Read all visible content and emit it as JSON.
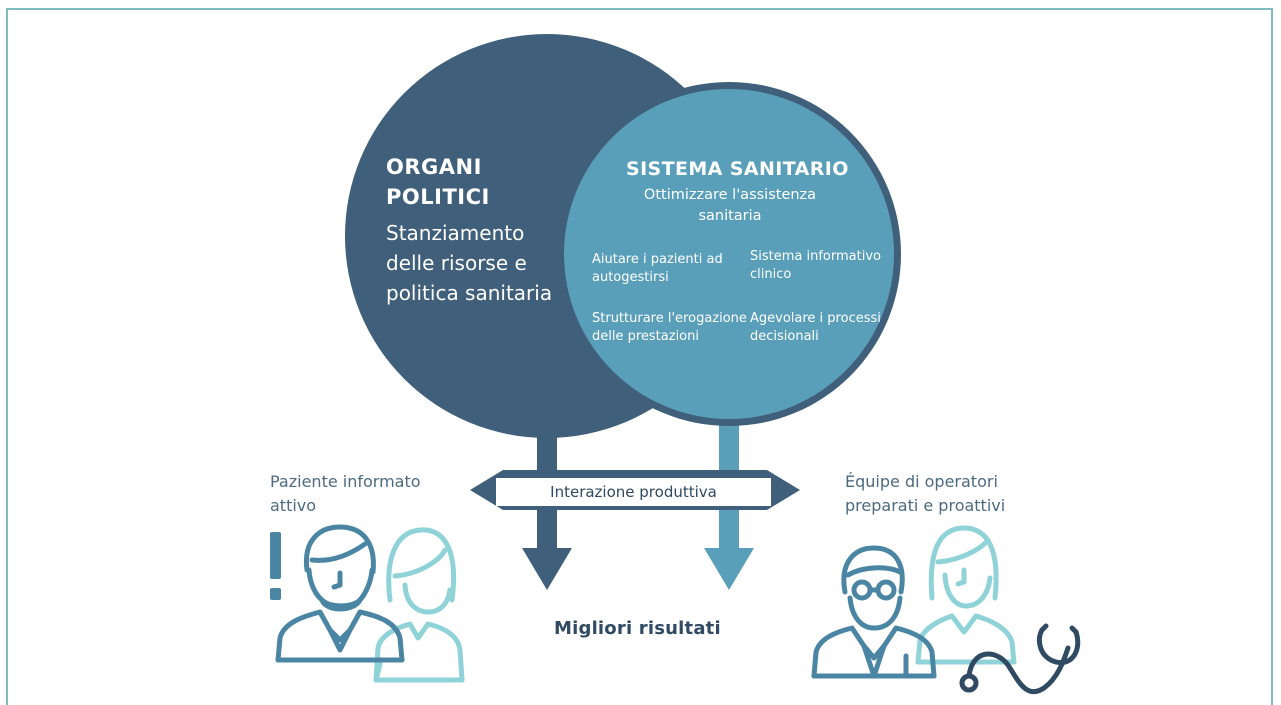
{
  "colors": {
    "frame": "#7fbdbf",
    "policy_circle": "#3f5f7a",
    "health_circle": "#5a9fba",
    "interaction_band": "#3f5f7a",
    "dark_text": "#2f4a62",
    "icon_dark": "#4a86a4",
    "icon_light": "#8fd3d8"
  },
  "policy": {
    "title": "ORGANI POLITICI",
    "subtitle": "Stanziamento delle risorse e politica sanitaria"
  },
  "health_system": {
    "title": "SISTEMA SANITARIO",
    "subtitle": "Ottimizzare l'assistenza sanitaria",
    "items": [
      "Aiutare i pazienti ad autogestirsi",
      "Sistema informativo clinico",
      "Strutturare l'erogazione delle prestazioni",
      "Agevolare i processi decisionali"
    ]
  },
  "interaction": {
    "label": "Interazione produttiva"
  },
  "outcome": {
    "label": "Migliori risultati"
  },
  "patient": {
    "label": "Paziente informato attivo",
    "icons": [
      "exclamation-icon",
      "male-patient-icon",
      "female-patient-icon"
    ]
  },
  "team": {
    "label": "Équipe di operatori preparati e proattivi",
    "icons": [
      "doctor-icon",
      "nurse-icon",
      "stethoscope-icon"
    ]
  }
}
